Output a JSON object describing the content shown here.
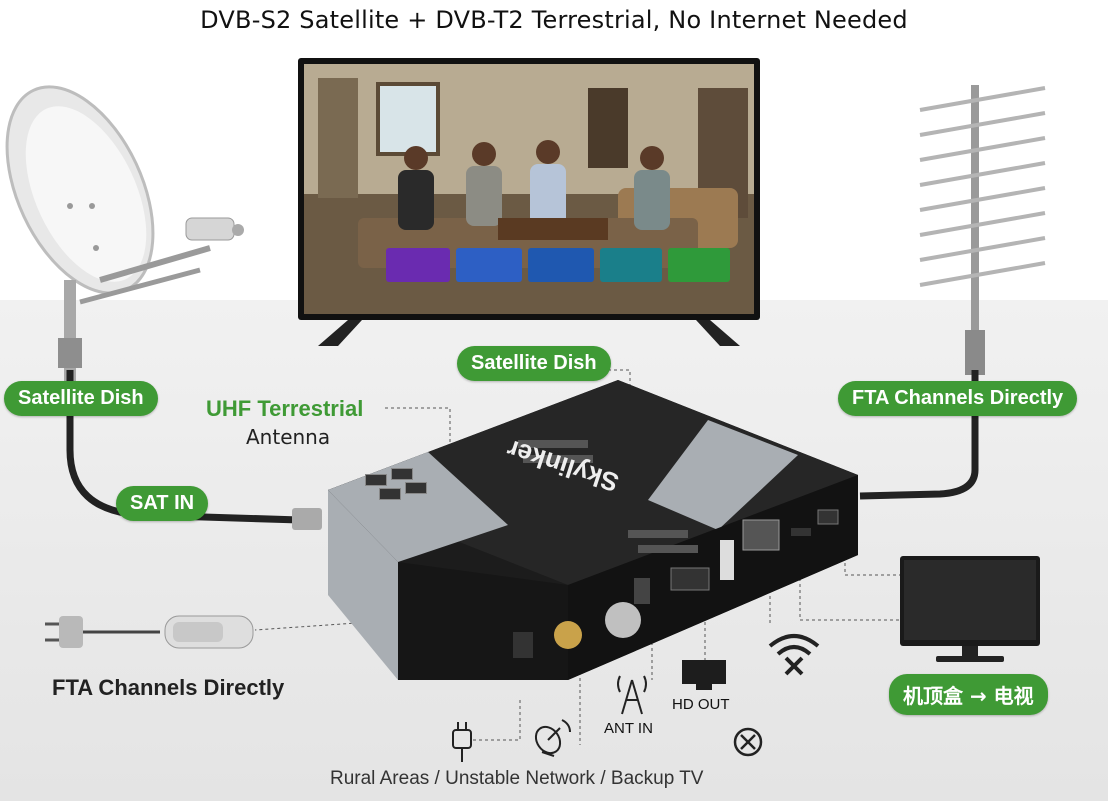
{
  "title": "DVB-S2 Satellite + DVB-T2 Terrestrial, No Internet Needed",
  "labels": {
    "satellite_dish_left": "Satellite Dish",
    "satellite_dish_center": "Satellite Dish",
    "uhf_line1": "UHF Terrestrial",
    "uhf_line2": "Antenna",
    "sat_in": "SAT IN",
    "fta_right": "FTA Channels Directly",
    "fta_left": "FTA Channels Directly",
    "stb_to_tv": "机顶盒 → 电视",
    "ant_in": "ANT IN",
    "hd_out": "HD OUT",
    "bottom_caption": "Rural Areas / Unstable Network / Backup TV"
  },
  "device": {
    "brand": "Skylinker"
  },
  "tv_apps": [
    {
      "label": "",
      "color": "#6a2bb0"
    },
    {
      "label": "",
      "color": "#2d5fc4"
    },
    {
      "label": "",
      "color": "#1f58b0"
    },
    {
      "label": "",
      "color": "#1a7f8a"
    },
    {
      "label": "",
      "color": "#2f9a3a"
    }
  ],
  "colors": {
    "accent_green": "#3f9a35",
    "device_black": "#1c1c1c",
    "device_silver": "#a9aeb3"
  },
  "icons": [
    "satellite-dish-icon",
    "yagi-antenna-icon",
    "tv-icon",
    "monitor-icon",
    "power-adapter-icon",
    "wifi-off-icon",
    "antenna-signal-icon",
    "satellite-icon",
    "plug-icon",
    "no-symbol-icon"
  ]
}
